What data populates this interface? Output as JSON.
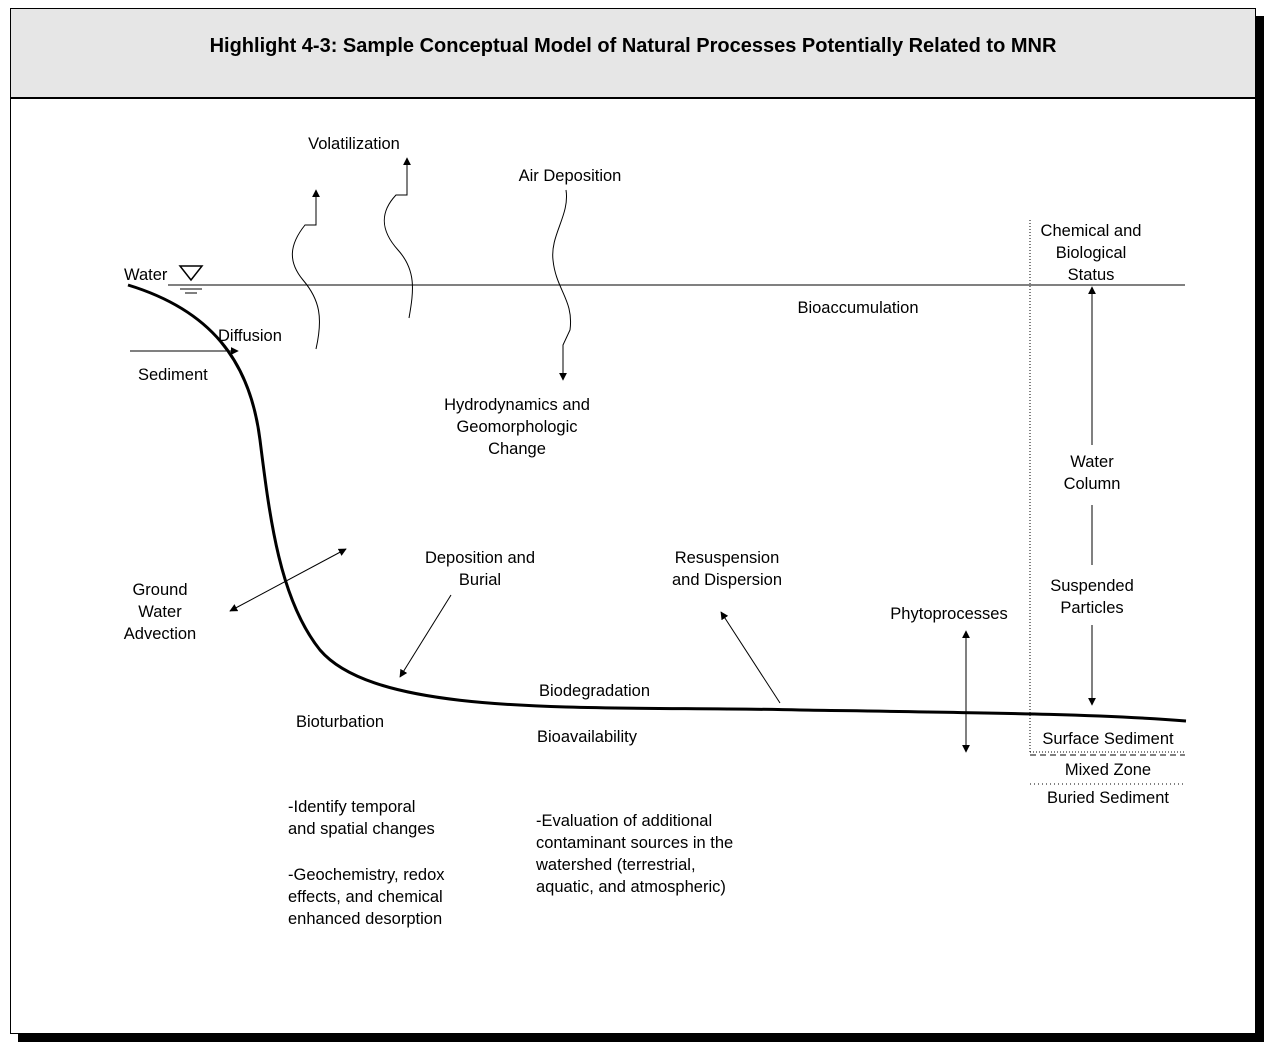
{
  "header": {
    "title": "Highlight 4-3: Sample Conceptual Model of Natural Processes Potentially Related to MNR"
  },
  "diagram": {
    "labels": {
      "volatilization": "Volatilization",
      "air_deposition": "Air Deposition",
      "water": "Water",
      "diffusion": "Diffusion",
      "sediment": "Sediment",
      "bioaccumulation": "Bioaccumulation",
      "hydrodynamics_l1": "Hydrodynamics and",
      "hydrodynamics_l2": "Geomorphologic",
      "hydrodynamics_l3": "Change",
      "chem_bio_l1": "Chemical and",
      "chem_bio_l2": "Biological",
      "chem_bio_l3": "Status",
      "water_column_l1": "Water",
      "water_column_l2": "Column",
      "suspended_l1": "Suspended",
      "suspended_l2": "Particles",
      "groundwater_l1": "Ground",
      "groundwater_l2": "Water",
      "groundwater_l3": "Advection",
      "deposition_l1": "Deposition and",
      "deposition_l2": "Burial",
      "resuspension_l1": "Resuspension",
      "resuspension_l2": "and Dispersion",
      "phytoprocesses": "Phytoprocesses",
      "biodegradation": "Biodegradation",
      "bioturbation": "Bioturbation",
      "bioavailability": "Bioavailability",
      "surface_sediment": "Surface Sediment",
      "mixed_zone": "Mixed Zone",
      "buried_sediment": "Buried Sediment"
    },
    "notes": {
      "left_1_l1": "-Identify temporal",
      "left_1_l2": "and spatial changes",
      "left_2_l1": "-Geochemistry, redox",
      "left_2_l2": "effects, and chemical",
      "left_2_l3": "enhanced desorption",
      "right_l1": "-Evaluation of additional",
      "right_l2": "contaminant sources in the",
      "right_l3": "watershed (terrestrial,",
      "right_l4": "aquatic, and atmospheric)"
    }
  }
}
